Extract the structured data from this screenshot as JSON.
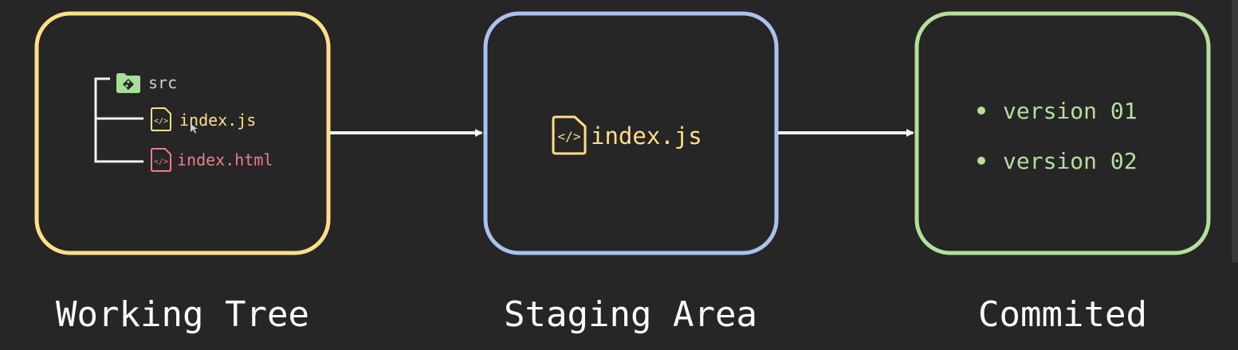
{
  "colors": {
    "background": "#262626",
    "working_tree": "#fddf8a",
    "staging_area": "#a9c2ee",
    "committed": "#b3e09c",
    "file_js": "#fddf8a",
    "file_html": "#f07d8a",
    "folder": "#a6df98",
    "arrow": "#f5f5f5",
    "label": "#ffffff"
  },
  "working_tree": {
    "label": "Working Tree",
    "folder": {
      "name": "src",
      "icon": "git-folder-icon"
    },
    "files": [
      {
        "name": "index.js",
        "icon": "code-file-icon"
      },
      {
        "name": "index.html",
        "icon": "code-file-icon"
      }
    ]
  },
  "staging_area": {
    "label": "Staging Area",
    "file": {
      "name": "index.js",
      "icon": "code-file-icon"
    }
  },
  "committed": {
    "label": "Commited",
    "versions": [
      "version 01",
      "version 02"
    ]
  }
}
